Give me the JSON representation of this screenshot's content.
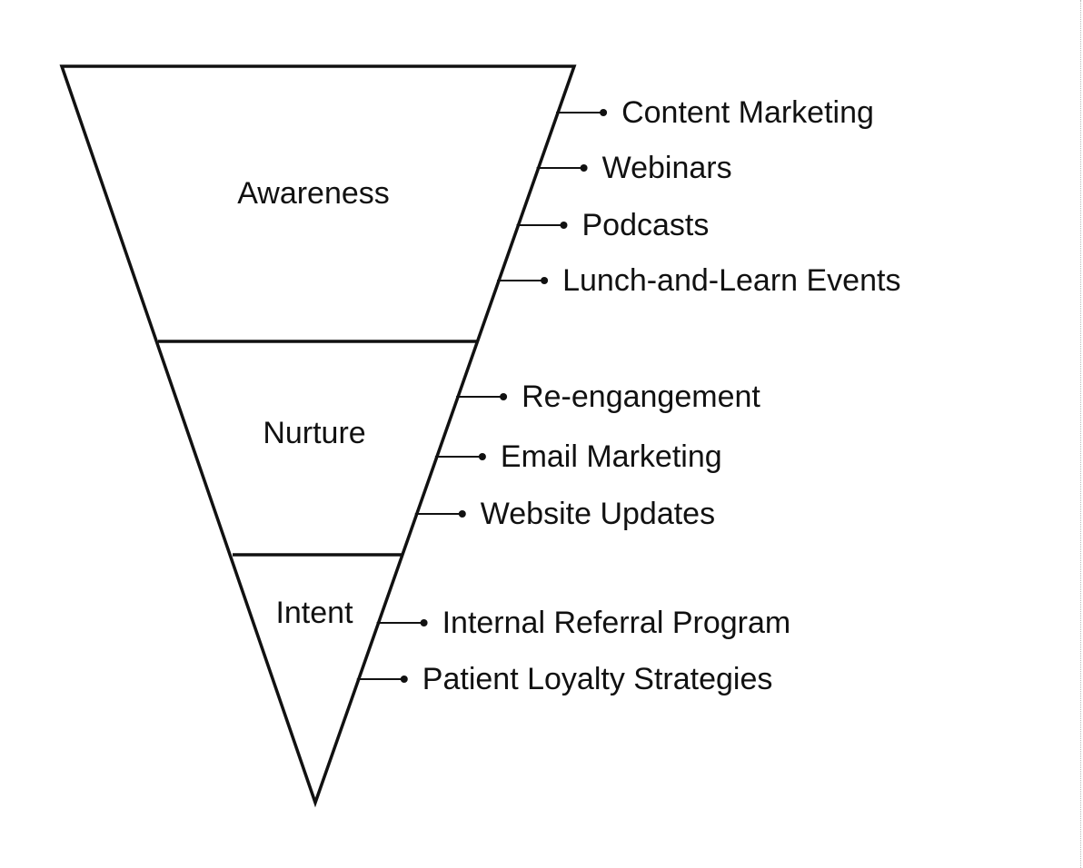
{
  "diagram": {
    "stages": [
      {
        "label": "Awareness"
      },
      {
        "label": "Nurture"
      },
      {
        "label": "Intent"
      }
    ],
    "tactics": [
      {
        "label": "Content Marketing",
        "stage": "Awareness"
      },
      {
        "label": "Webinars",
        "stage": "Awareness"
      },
      {
        "label": "Podcasts",
        "stage": "Awareness"
      },
      {
        "label": "Lunch-and-Learn Events",
        "stage": "Awareness"
      },
      {
        "label": "Re-engangement",
        "stage": "Nurture"
      },
      {
        "label": "Email Marketing",
        "stage": "Nurture"
      },
      {
        "label": "Website Updates",
        "stage": "Nurture"
      },
      {
        "label": "Internal Referral Program",
        "stage": "Intent"
      },
      {
        "label": "Patient Loyalty Strategies",
        "stage": "Intent"
      }
    ],
    "colors": {
      "stroke": "#111111",
      "background": "#ffffff"
    }
  }
}
